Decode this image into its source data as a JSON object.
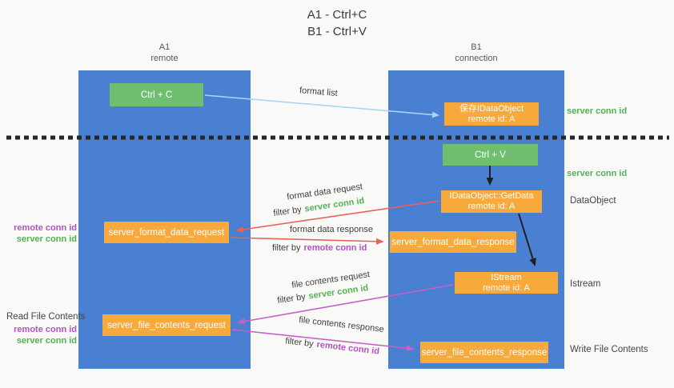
{
  "title": {
    "line1": "A1 - Ctrl+C",
    "line2": "B1 - Ctrl+V"
  },
  "columns": {
    "left": {
      "name": "A1",
      "role": "remote"
    },
    "right": {
      "name": "B1",
      "role": "connection"
    }
  },
  "nodes": {
    "ctrl_c": "Ctrl + C",
    "ctrl_v": "Ctrl + V",
    "save_dataobject": {
      "line1": "保存IDataObject",
      "line2": "remote id: A"
    },
    "getdata": {
      "line1": "IDataObject::GetData",
      "line2": "remote id: A"
    },
    "istream": {
      "line1": "IStream",
      "line2": "remote id: A"
    },
    "server_format_data_request": "server_format_data_request",
    "server_format_data_response": "server_format_data_response",
    "server_file_contents_request": "server_file_contents_request",
    "server_file_contents_response": "server_file_contents_response"
  },
  "edge_labels": {
    "format_list": "format list",
    "format_data_request": "format data request",
    "format_data_response": "format data response",
    "file_contents_request": "file contents request",
    "file_contents_response": "file contents response",
    "filter_by": "filter by",
    "server_conn_id": "server conn id",
    "remote_conn_id": "remote conn id"
  },
  "annotations": {
    "server_conn_id_top": "server conn id",
    "server_conn_id_mid": "server conn id",
    "dataobject": "DataObject",
    "istream": "Istream",
    "read_file_contents": "Read File Contents",
    "write_file_contents": "Write File Contents",
    "remote_conn_id": "remote conn id",
    "server_conn_id": "server conn id"
  },
  "colors": {
    "column_blue": "#4a80d2",
    "node_green": "#70bf71",
    "node_orange": "#f7a93c",
    "green_text": "#53b153",
    "purple_text": "#b351c5",
    "red_arrow": "#e8625a",
    "magenta_arrow": "#c75fc7",
    "light_blue_arrow": "#a9d5f5",
    "black_arrow": "#1f1f1f"
  }
}
